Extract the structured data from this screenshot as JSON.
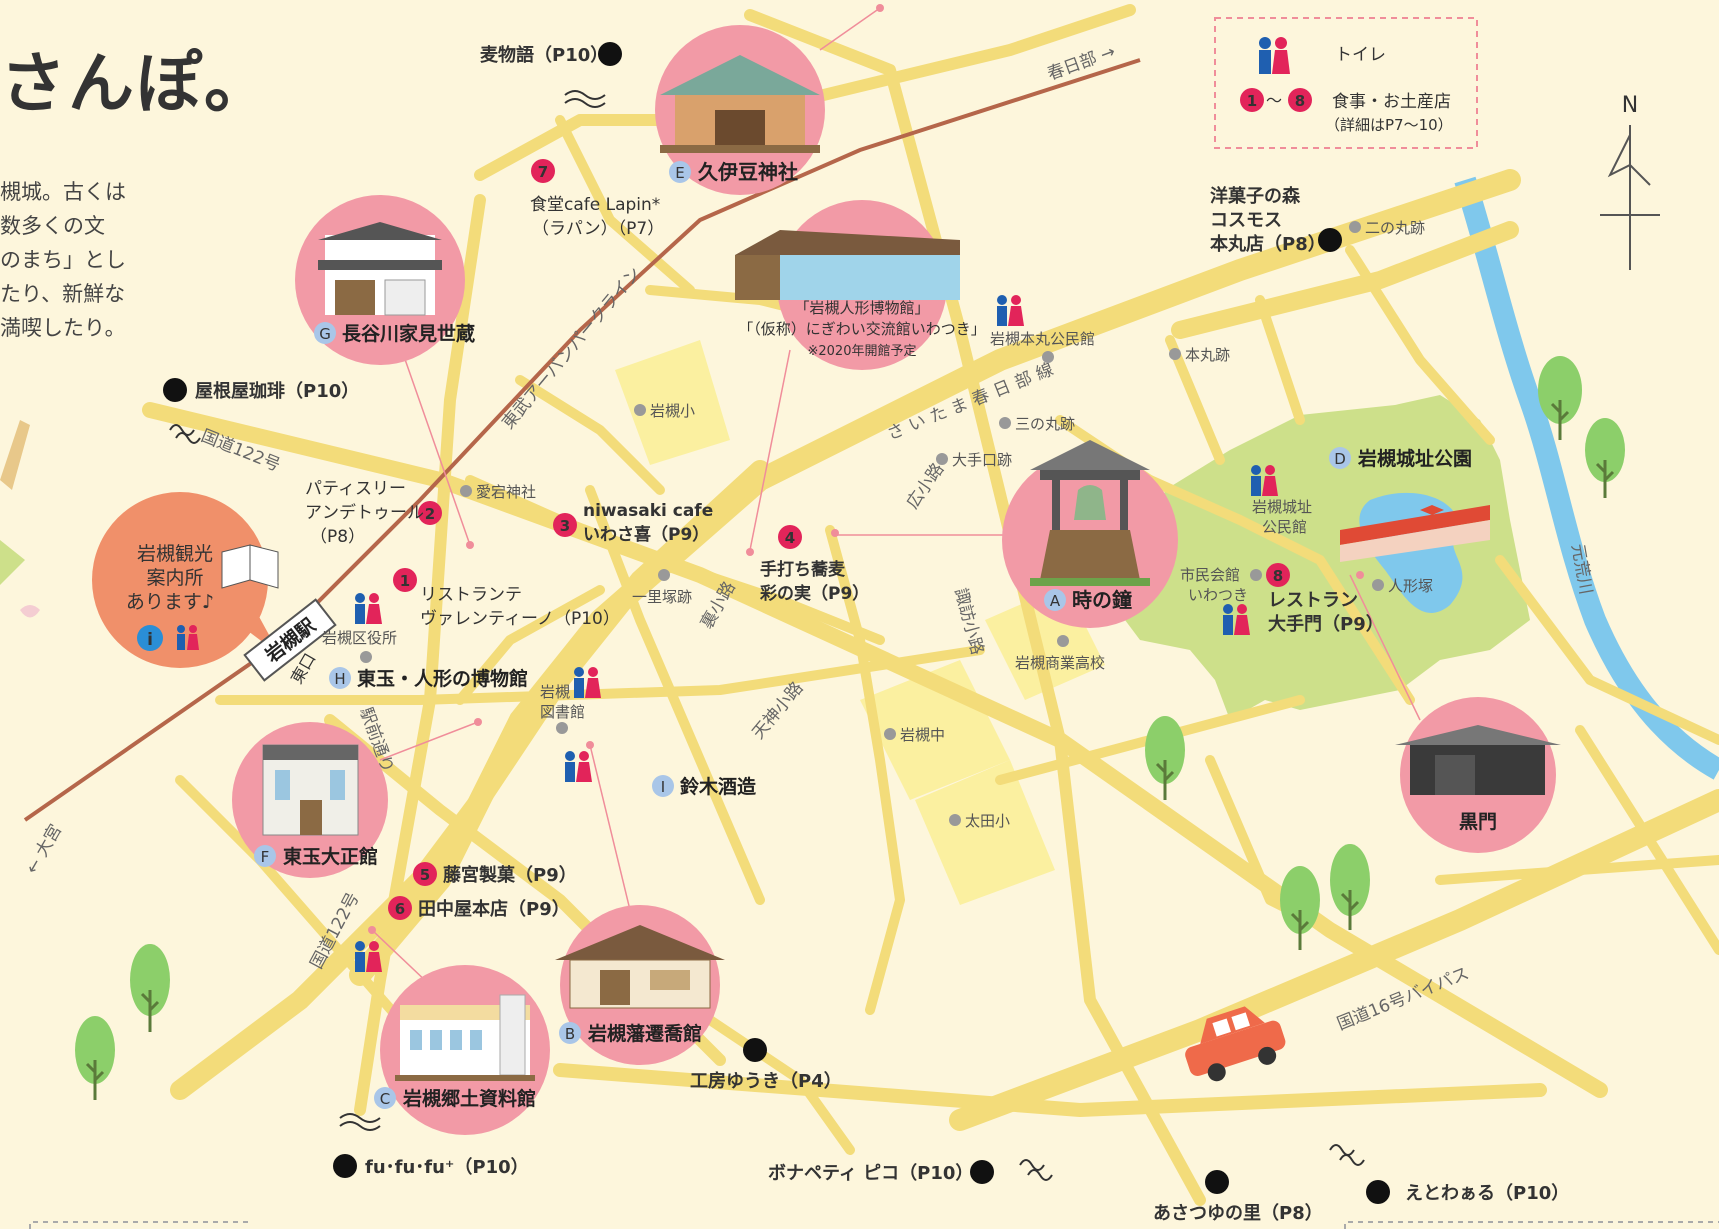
{
  "title": "さんぽ。",
  "intro_lines": [
    "槻城。古くは",
    "数多くの文",
    "のまち」とし",
    "たり、新鮮な",
    "満喫したり。"
  ],
  "colors": {
    "road": "#f3dc7a",
    "railway": "#b5664a",
    "river": "#7fc8ec",
    "park": "#cde08a",
    "circle": "#f29aa6",
    "shop": "#e2245a",
    "school": "#fbf0a0",
    "sight_letter": "#a9c6e8"
  },
  "legend": {
    "toilet_label": "トイレ",
    "range_start": "1",
    "range_sep": "～",
    "range_end": "8",
    "shop_label": "食事・お土産店",
    "shop_note": "（詳細はP7～10）"
  },
  "compass": "N",
  "sights": [
    {
      "letter": "A",
      "name": "時の鐘"
    },
    {
      "letter": "B",
      "name": "岩槻藩遷喬館"
    },
    {
      "letter": "C",
      "name": "岩槻郷土資料館"
    },
    {
      "letter": "D",
      "name": "岩槻城址公園"
    },
    {
      "letter": "E",
      "name": "久伊豆神社"
    },
    {
      "letter": "F",
      "name": "東玉大正館"
    },
    {
      "letter": "G",
      "name": "長谷川家見世蔵"
    },
    {
      "letter": "H",
      "name": "東玉・人形の博物館"
    },
    {
      "letter": "I",
      "name": "鈴木酒造"
    }
  ],
  "kuromon": "黒門",
  "museum": {
    "line1": "「岩槻人形博物館」",
    "line2": "「（仮称）にぎわい交流館いわつき」",
    "line3": "※2020年開館予定"
  },
  "info_bubble": [
    "岩槻観光",
    "案内所",
    "あります♪"
  ],
  "numbered_shops": [
    {
      "num": "1",
      "lines": [
        "リストランテ",
        "ヴァレンティーノ（P10）"
      ]
    },
    {
      "num": "2",
      "lines": [
        "パティスリー",
        "アンデトゥール",
        "（P8）"
      ]
    },
    {
      "num": "3",
      "lines": [
        "niwasaki cafe",
        "いわさ喜（P9）"
      ]
    },
    {
      "num": "4",
      "lines": [
        "手打ち蕎麦",
        "彩の実（P9）"
      ]
    },
    {
      "num": "5",
      "lines": [
        "藤宮製菓（P9）"
      ]
    },
    {
      "num": "6",
      "lines": [
        "田中屋本店（P9）"
      ]
    },
    {
      "num": "7",
      "lines": [
        "食堂cafe Lapin*",
        "（ラパン）（P7）"
      ]
    },
    {
      "num": "8",
      "lines": [
        "レストラン",
        "大手門（P9）"
      ]
    }
  ],
  "other_shops": [
    {
      "id": "mugi",
      "label": "麦物語（P10）"
    },
    {
      "id": "yaneya",
      "label": "屋根屋珈琲（P10）"
    },
    {
      "id": "yogashi",
      "lines": [
        "洋菓子の森",
        "コスモス",
        "本丸店（P8）"
      ]
    },
    {
      "id": "koubou",
      "label": "工房ゆうき（P4）"
    },
    {
      "id": "fufufu",
      "label": "fu･fu･fu⁺（P10）"
    },
    {
      "id": "bonap",
      "label": "ボナペティ ピコ（P10）"
    },
    {
      "id": "asatsuyu",
      "label": "あさつゆの里（P8）"
    },
    {
      "id": "etowa",
      "label": "えとわぁる（P10）"
    }
  ],
  "landmarks": [
    {
      "id": "ninomaru",
      "label": "二の丸跡"
    },
    {
      "id": "honmaru",
      "label": "本丸跡"
    },
    {
      "id": "sannomaru",
      "label": "三の丸跡"
    },
    {
      "id": "otemon",
      "label": "大手口跡"
    },
    {
      "id": "atago",
      "label": "愛宕神社"
    },
    {
      "id": "ichiri",
      "label": "一里塚跡"
    },
    {
      "id": "kuyakusho",
      "label": "岩槻区役所"
    },
    {
      "id": "iwasho",
      "label": "岩槻商業高校"
    },
    {
      "id": "iwachu",
      "label": "岩槻中"
    },
    {
      "id": "ota",
      "label": "太田小"
    },
    {
      "id": "iwasho2",
      "label": "岩槻小"
    },
    {
      "id": "ningyozuka",
      "label": "人形塚"
    },
    {
      "id": "honmaru_kominkan",
      "label": "岩槻本丸公民館"
    }
  ],
  "multiline_landmarks": [
    {
      "id": "library",
      "lines": [
        "岩槻",
        "図書館"
      ]
    },
    {
      "id": "shiminkaikan",
      "lines": [
        "市民会館",
        "いわつき"
      ]
    },
    {
      "id": "joshi_kominkan",
      "lines": [
        "岩槻城址",
        "公民館"
      ]
    }
  ],
  "station": {
    "name": "岩槻駅",
    "exit": "東口"
  },
  "road_labels": {
    "tobu": "東武アーバンパークライン",
    "saitama": "さいたま春日部線",
    "r122a": "国道122号",
    "r122b": "国道122号",
    "bypass": "国道16号バイパス",
    "hirokoji": "広小路",
    "suwakoji": "諏訪小路",
    "urakoji": "裏小路",
    "tenjin": "天神小路",
    "ekimae": "駅前通り",
    "kasukabe": "春日部 →",
    "omiya": "← 大宮",
    "motoarakawa": "元荒川"
  }
}
